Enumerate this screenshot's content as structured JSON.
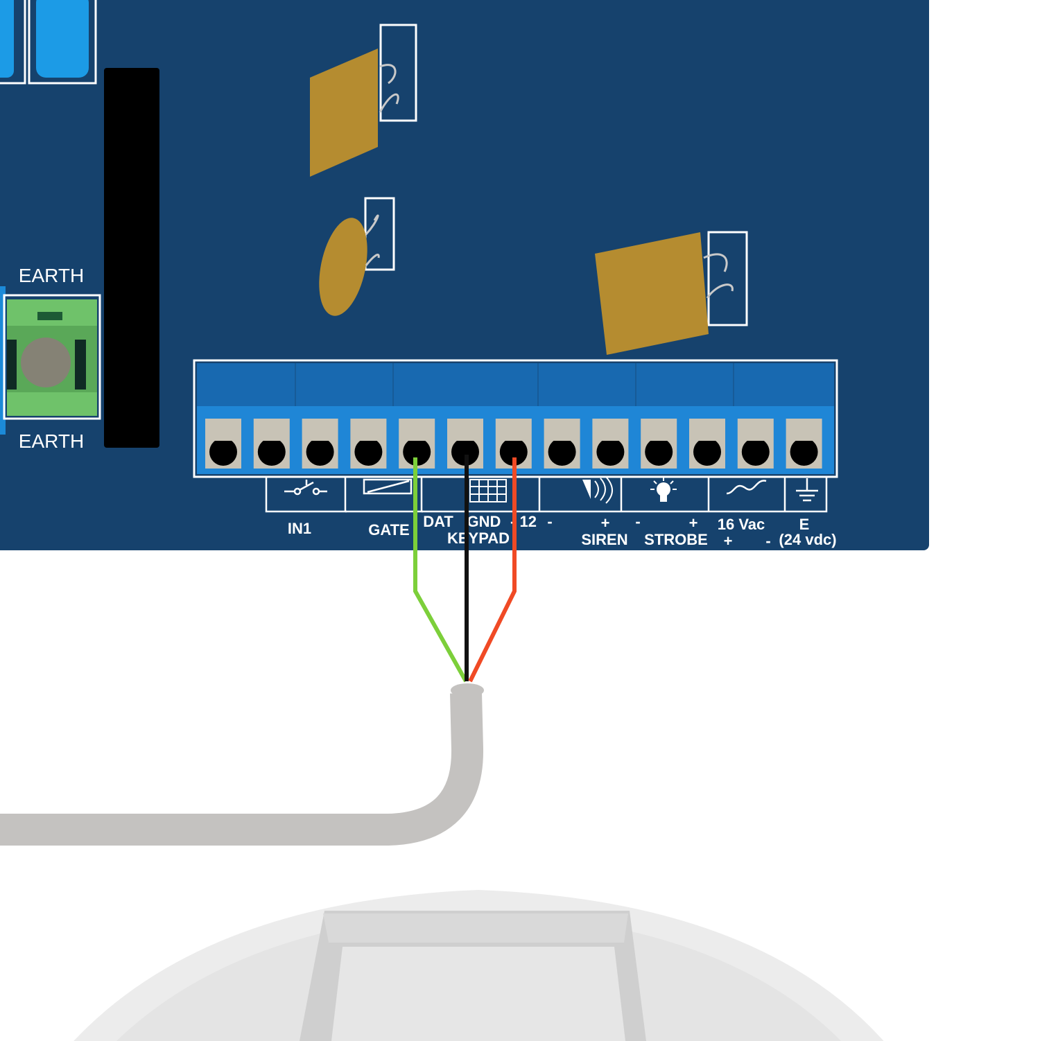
{
  "labels": {
    "earth_top": "EARTH",
    "earth_bottom": "EARTH",
    "in1": "IN1",
    "gate": "GATE",
    "dat": "DAT",
    "gnd": "GND",
    "minus12": "- 12",
    "minus_a": "-",
    "plus_siren": "+",
    "siren": "SIREN",
    "minus_b": "-",
    "plus_strobe": "+",
    "strobe": "STROBE",
    "ac": "16 Vac",
    "plus_supply": "+",
    "minus_supply": "-",
    "e": "E",
    "dc": "(24 vdc)",
    "keypad": "KEYPAD"
  },
  "terminal_count": 13,
  "wire_colors": {
    "data": "#7ccf3a",
    "ground": "#111111",
    "power": "#f04a25"
  },
  "icons": [
    "switch-icon",
    "gate-icon",
    "keypad-icon",
    "siren-icon",
    "strobe-icon",
    "ac-wave-icon",
    "earth-ground-icon"
  ],
  "colors": {
    "board": "#16426d",
    "terminal_block": "#1f86d6",
    "capacitor": "#b58c30",
    "cable": "#c4c2c0"
  }
}
